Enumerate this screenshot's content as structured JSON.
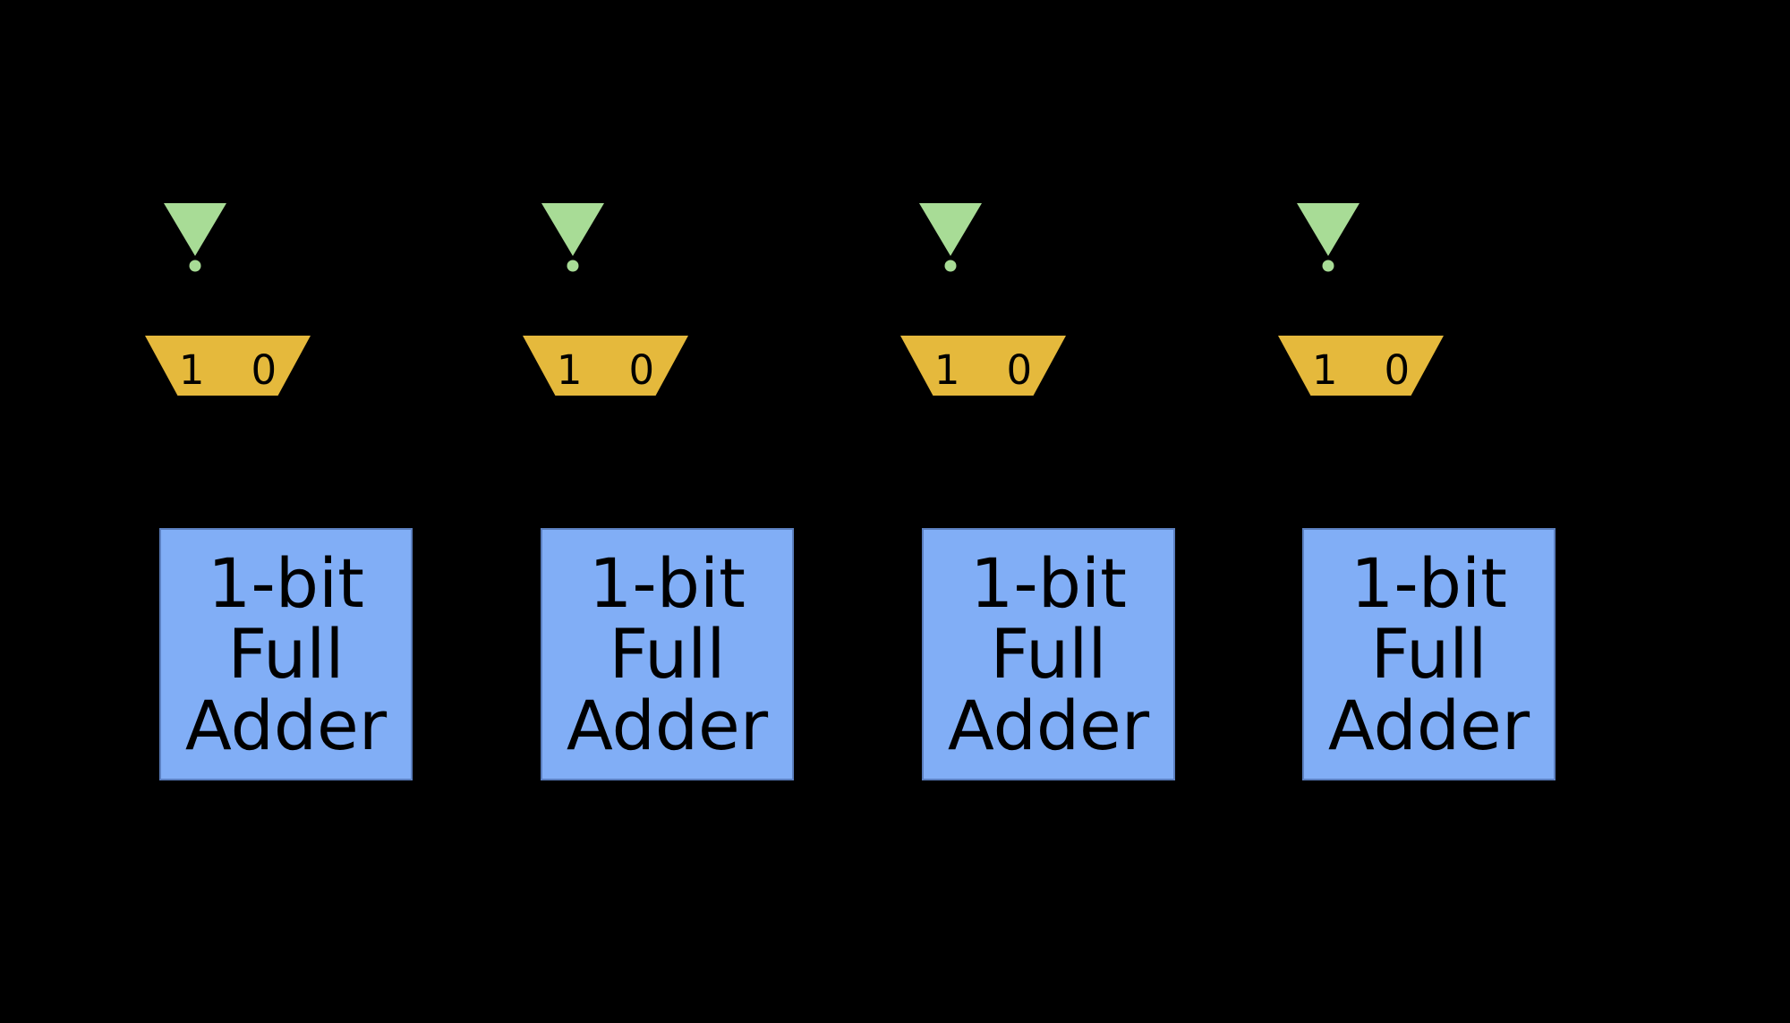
{
  "diagram": {
    "background_color": "#000000",
    "colors": {
      "inverter_green": "#a8dc96",
      "mux_orange": "#e5b93c",
      "adder_blue": "#81aef6",
      "label_text": "#000000"
    },
    "mux": {
      "input_one_label": "1",
      "input_zero_label": "0"
    },
    "adder": {
      "label_line1": "1-bit",
      "label_line2": "Full",
      "label_line3": "Adder"
    },
    "column_count": 4
  }
}
